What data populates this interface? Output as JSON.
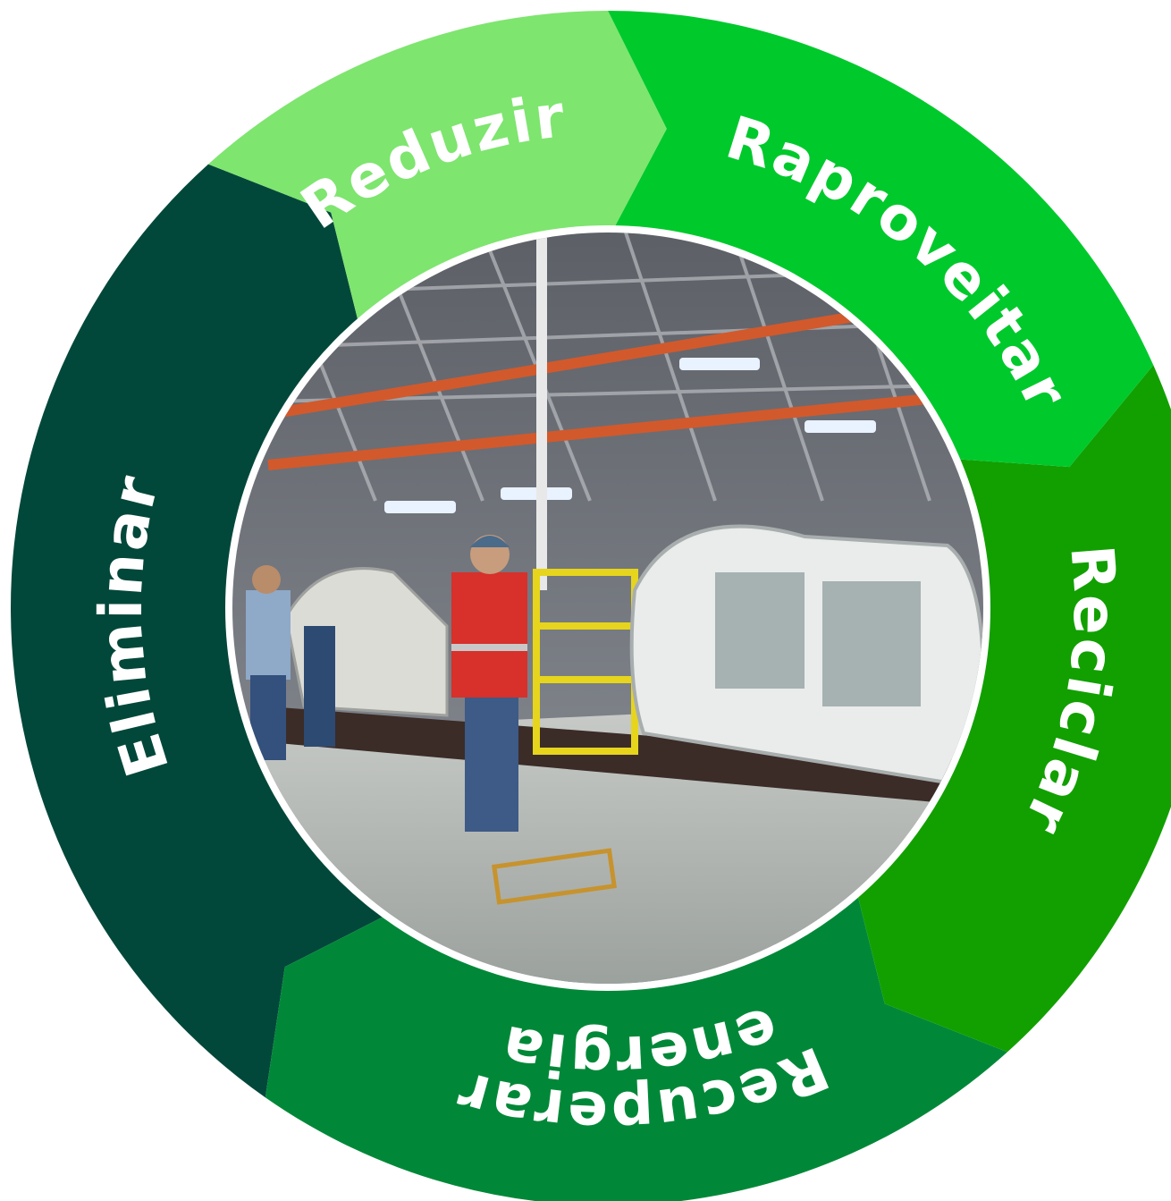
{
  "diagram": {
    "segments": [
      {
        "id": "reduzir",
        "lines": [
          "Reduzir"
        ],
        "color": "#7ee56f"
      },
      {
        "id": "raproveitar",
        "lines": [
          "Raproveitar"
        ],
        "color": "#00c92c"
      },
      {
        "id": "reciclar",
        "lines": [
          "Reciclar"
        ],
        "color": "#11a000"
      },
      {
        "id": "recuperar",
        "lines": [
          "Recuperar",
          "energia"
        ],
        "color": "#008838"
      },
      {
        "id": "eliminar",
        "lines": [
          "Eliminar"
        ],
        "color": "#02483a"
      }
    ],
    "center_photo": {
      "subject": "automotive assembly line with workers and car bodies"
    }
  }
}
